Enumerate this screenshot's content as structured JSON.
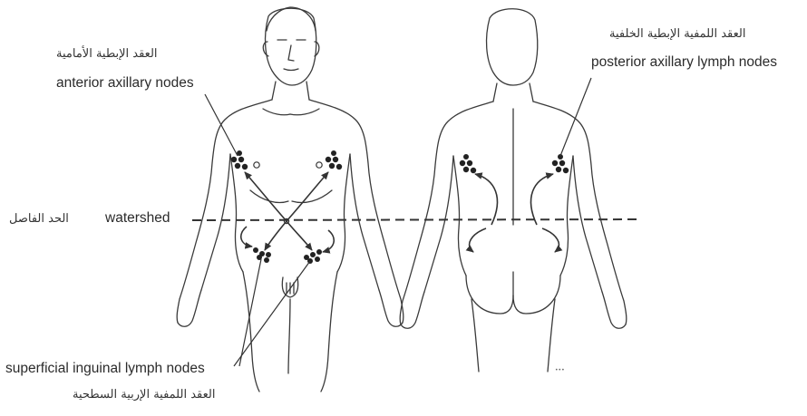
{
  "labels": {
    "anterior_ar": "العقد الإبطية الأمامية",
    "anterior_en": "anterior axillary nodes",
    "posterior_ar": "العقد اللمفية الإبطية الخلفية",
    "posterior_en": "posterior axillary lymph nodes",
    "watershed_en": "watershed",
    "watershed_ar": "الحد الفاصل",
    "inguinal_en": "superficial inguinal lymph nodes",
    "inguinal_ar": "العقد اللمفية الإربية السطحية"
  },
  "colors": {
    "ink": "#333333",
    "node": "#222222",
    "background": "#ffffff"
  }
}
